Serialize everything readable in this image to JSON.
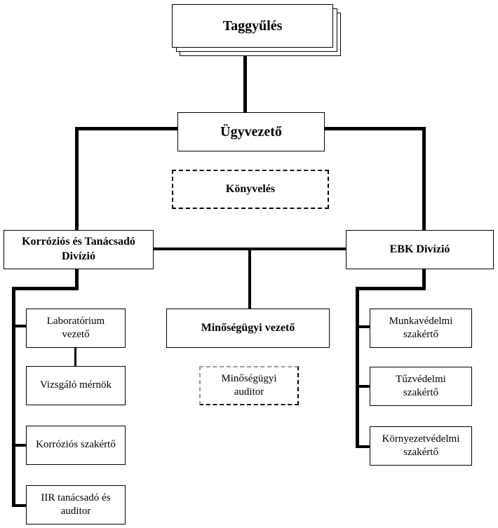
{
  "top": {
    "title": "Taggyűlés"
  },
  "ceo": {
    "title": "Ügyvezető"
  },
  "accounting": {
    "title": "Könyvelés"
  },
  "divisions": {
    "corrosion": {
      "title": "Korróziós és Tanácsadó Divízió"
    },
    "ebk": {
      "title": "EBK Divízió"
    }
  },
  "quality": {
    "manager": "Minőségügyi vezető",
    "auditor": "Minőségügyi auditor"
  },
  "corrosion_units": [
    "Laboratórium vezető",
    "Vizsgáló mérnök",
    "Korróziós szakértő",
    "IIR tanácsadó és auditor"
  ],
  "ebk_units": [
    "Munkavédelmi szakértő",
    "Tűzvédelmi szakértő",
    "Környezetvédelmi szakértő"
  ]
}
